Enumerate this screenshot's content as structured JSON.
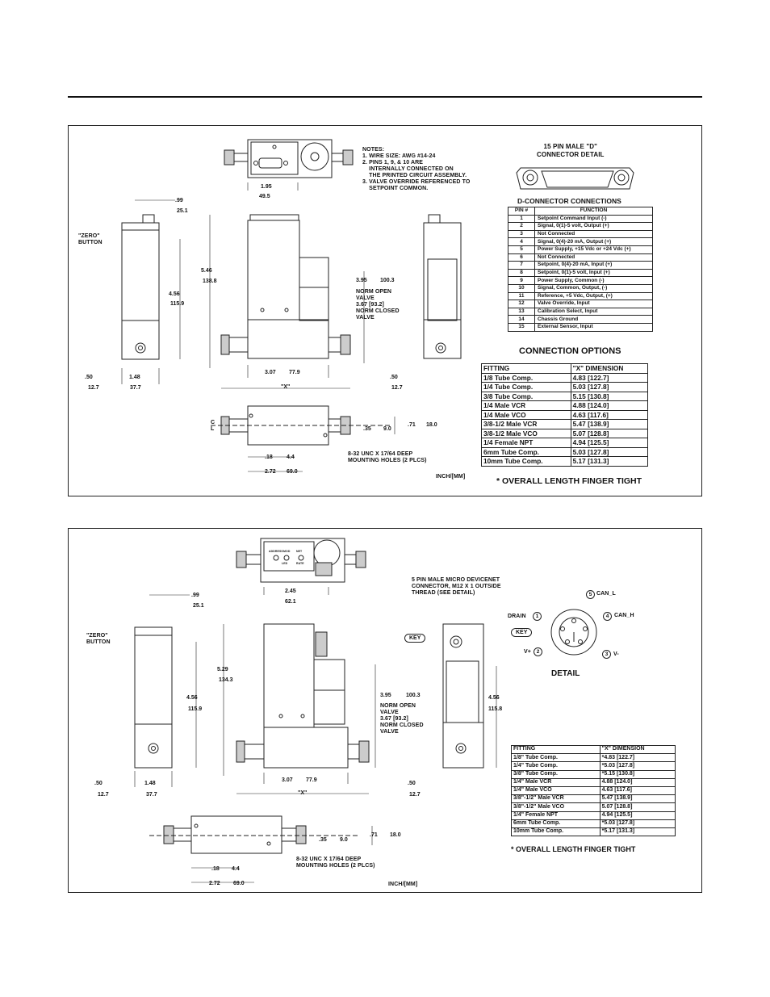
{
  "panel1": {
    "notes": {
      "title": "NOTES:",
      "lines": [
        "1. WIRE SIZE: AWG #14-24",
        "2. PINS 1, 9, & 10 ARE",
        "    INTERNALLY CONNECTED ON",
        "    THE PRINTED CIRCUIT ASSEMBLY.",
        "3. VALVE OVERRIDE REFERENCED TO",
        "    SETPOINT COMMON."
      ]
    },
    "connector_title": "15 PIN MALE \"D\"\nCONNECTOR DETAIL",
    "pin_table_title": "D-CONNECTOR CONNECTIONS",
    "pin_table": {
      "headers": [
        "PIN #",
        "FUNCTION"
      ],
      "rows": [
        [
          "1",
          "Setpoint Command Input (-)"
        ],
        [
          "2",
          "Signal, 0(1)-5 volt, Output (+)"
        ],
        [
          "3",
          "Not Connected"
        ],
        [
          "4",
          "Signal, 0(4)-20 mA, Output (+)"
        ],
        [
          "5",
          "Power Supply, +15 Vdc or +24 Vdc (+)"
        ],
        [
          "6",
          "Not Connected"
        ],
        [
          "7",
          "Setpoint, 0(4)-20 mA, Input (+)"
        ],
        [
          "8",
          "Setpoint, 0(1)-5 volt, Input (+)"
        ],
        [
          "9",
          "Power Supply, Common (-)"
        ],
        [
          "10",
          "Signal, Common, Output, (-)"
        ],
        [
          "11",
          "Reference, +5 Vdc, Output, (+)"
        ],
        [
          "12",
          "Valve Override, Input"
        ],
        [
          "13",
          "Calibration Select, Input"
        ],
        [
          "14",
          "Chassis Ground"
        ],
        [
          "15",
          "External Sensor, Input"
        ]
      ]
    },
    "options_title": "CONNECTION OPTIONS",
    "x_table": {
      "headers": [
        "FITTING",
        "\"X\" DIMENSION"
      ],
      "rows": [
        [
          "1/8 Tube Comp.",
          "4.83 [122.7]"
        ],
        [
          "1/4 Tube Comp.",
          "5.03 [127.8]"
        ],
        [
          "3/8 Tube Comp.",
          "5.15 [130.8]"
        ],
        [
          "1/4 Male VCR",
          "4.88 [124.0]"
        ],
        [
          "1/4 Male VCO",
          "4.63 [117.6]"
        ],
        [
          "3/8-1/2 Male VCR",
          "5.47 [138.9]"
        ],
        [
          "3/8-1/2 Male VCO",
          "5.07 [128.8]"
        ],
        [
          "1/4 Female NPT",
          "4.94 [125.5]"
        ],
        [
          "6mm Tube Comp.",
          "5.03 [127.8]"
        ],
        [
          "10mm Tube Comp.",
          "5.17 [131.3]"
        ]
      ]
    },
    "footnote": "* OVERALL LENGTH FINGER TIGHT",
    "units": "INCH/[MM]",
    "zero_button": "\"ZERO\"\nBUTTON",
    "valve_note": "NORM OPEN\nVALVE\n3.67 [93.2]\nNORM CLOSED\nVALVE",
    "mount_note": "8-32 UNC X 17/64 DEEP\nMOUNTING HOLES (2 PLCS)",
    "dims": {
      "d195": "1.95",
      "d495": "49.5",
      "d99": ".99",
      "d251": "25.1",
      "d546": "5.46",
      "d1388": "138.8",
      "d456": "4.56",
      "d1159": "115.9",
      "d395": "3.95",
      "d1003": "100.3",
      "d50": ".50",
      "d127": "12.7",
      "d148": "1.48",
      "d377": "37.7",
      "d307": "3.07",
      "d779": "77.9",
      "dx": "\"X\"",
      "d50b": ".50",
      "d127b": "12.7",
      "d35": ".35",
      "d90": "9.0",
      "d71": ".71",
      "d180": "18.0",
      "d18": ".18",
      "d44": "4.4",
      "d272": "2.72",
      "d690": "69.0",
      "cl": "C\nL"
    }
  },
  "panel2": {
    "connector_note": "5 PIN MALE MICRO DEVICENET\nCONNECTOR, M12 X 1 OUTSIDE\nTHREAD (SEE DETAIL)",
    "key": "KEY",
    "detail_title": "DETAIL",
    "pins": {
      "drain": "DRAIN",
      "can_l": "CAN_L",
      "can_h": "CAN_H",
      "v_plus": "V+",
      "v_minus": "V-",
      "n1": "1",
      "n2": "2",
      "n3": "3",
      "n4": "4",
      "n5": "5"
    },
    "led_labels": [
      "ADDRESS",
      "MOD",
      "NET",
      "LED",
      "RATE"
    ],
    "x_table": {
      "headers": [
        "FITTING",
        "\"X\" DIMENSION"
      ],
      "rows": [
        [
          "1/8\" Tube Comp.",
          "*4.83 [122.7]"
        ],
        [
          "1/4\" Tube Comp.",
          "*5.03 [127.8]"
        ],
        [
          "3/8\" Tube Comp.",
          "*5.15 [130.8]"
        ],
        [
          "1/4\" Male VCR",
          "4.88 [124.0]"
        ],
        [
          "1/4\" Male VCO",
          "4.63 [117.6]"
        ],
        [
          "3/8\"-1/2\" Male VCR",
          "5.47 [138.9]"
        ],
        [
          "3/8\"-1/2\" Male VCO",
          "5.07 [128.8]"
        ],
        [
          "1/4\" Female NPT",
          "4.94 [125.5]"
        ],
        [
          "6mm Tube Comp.",
          "*5.03 [127.8]"
        ],
        [
          "10mm Tube Comp.",
          "*5.17 [131.3]"
        ]
      ]
    },
    "footnote": "* OVERALL LENGTH FINGER TIGHT",
    "units": "INCH/[MM]",
    "zero_button": "\"ZERO\"\nBUTTON",
    "valve_note": "NORM OPEN\nVALVE\n3.67 [93.2]\nNORM CLOSED\nVALVE",
    "mount_note": "8-32 UNC X 17/64 DEEP\nMOUNTING HOLES (2 PLCS)",
    "dims": {
      "d245": "2.45",
      "d621": "62.1",
      "d99": ".99",
      "d251": "25.1",
      "d529": "5.29",
      "d1343": "134.3",
      "d456": "4.56",
      "d1159": "115.9",
      "d395": "3.95",
      "d1003": "100.3",
      "d456b": "4.56",
      "d1158": "115.8",
      "d50": ".50",
      "d127": "12.7",
      "d148": "1.48",
      "d377": "37.7",
      "d307": "3.07",
      "d779": "77.9",
      "dx": "\"X\"",
      "d50b": ".50",
      "d127b": "12.7",
      "d35": ".35",
      "d90": "9.0",
      "d71": ".71",
      "d180": "18.0",
      "d18": ".18",
      "d44": "4.4",
      "d272": "2.72",
      "d690": "69.0"
    }
  }
}
